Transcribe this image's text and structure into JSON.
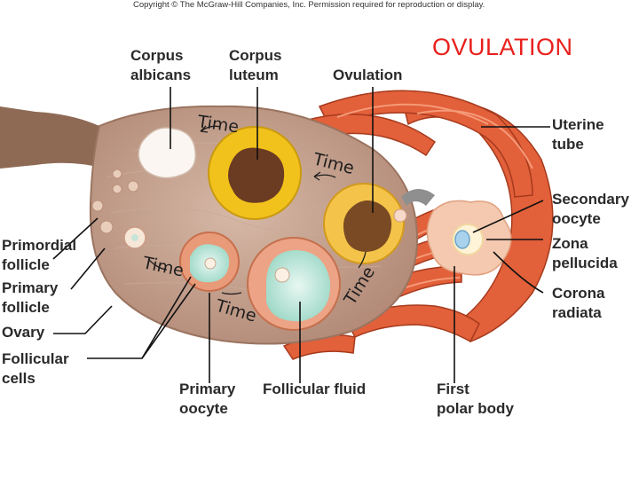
{
  "copyright": "Copyright © The McGraw-Hill Companies, Inc. Permission required for reproduction or display.",
  "title": "OVULATION",
  "colors": {
    "title": "#e8201c",
    "ovary": "#c9a694",
    "tube": "#e2603a",
    "luteum": "#f2c21c"
  },
  "labels": {
    "corpus_albicans": [
      "Corpus",
      "albicans"
    ],
    "corpus_luteum": [
      "Corpus",
      "luteum"
    ],
    "ovulation": "Ovulation",
    "uterine_tube": [
      "Uterine",
      "tube"
    ],
    "secondary_oocyte": [
      "Secondary",
      "oocyte"
    ],
    "zona_pellucida": [
      "Zona",
      "pellucida"
    ],
    "corona_radiata": [
      "Corona",
      "radiata"
    ],
    "primordial_follicle": [
      "Primordial",
      "follicle"
    ],
    "primary_follicle": [
      "Primary",
      "follicle"
    ],
    "ovary": "Ovary",
    "follicular_cells": [
      "Follicular",
      "cells"
    ],
    "primary_oocyte": [
      "Primary",
      "oocyte"
    ],
    "follicular_fluid": "Follicular fluid",
    "first_polar_body": [
      "First",
      "polar body"
    ]
  },
  "time_label": "Time"
}
